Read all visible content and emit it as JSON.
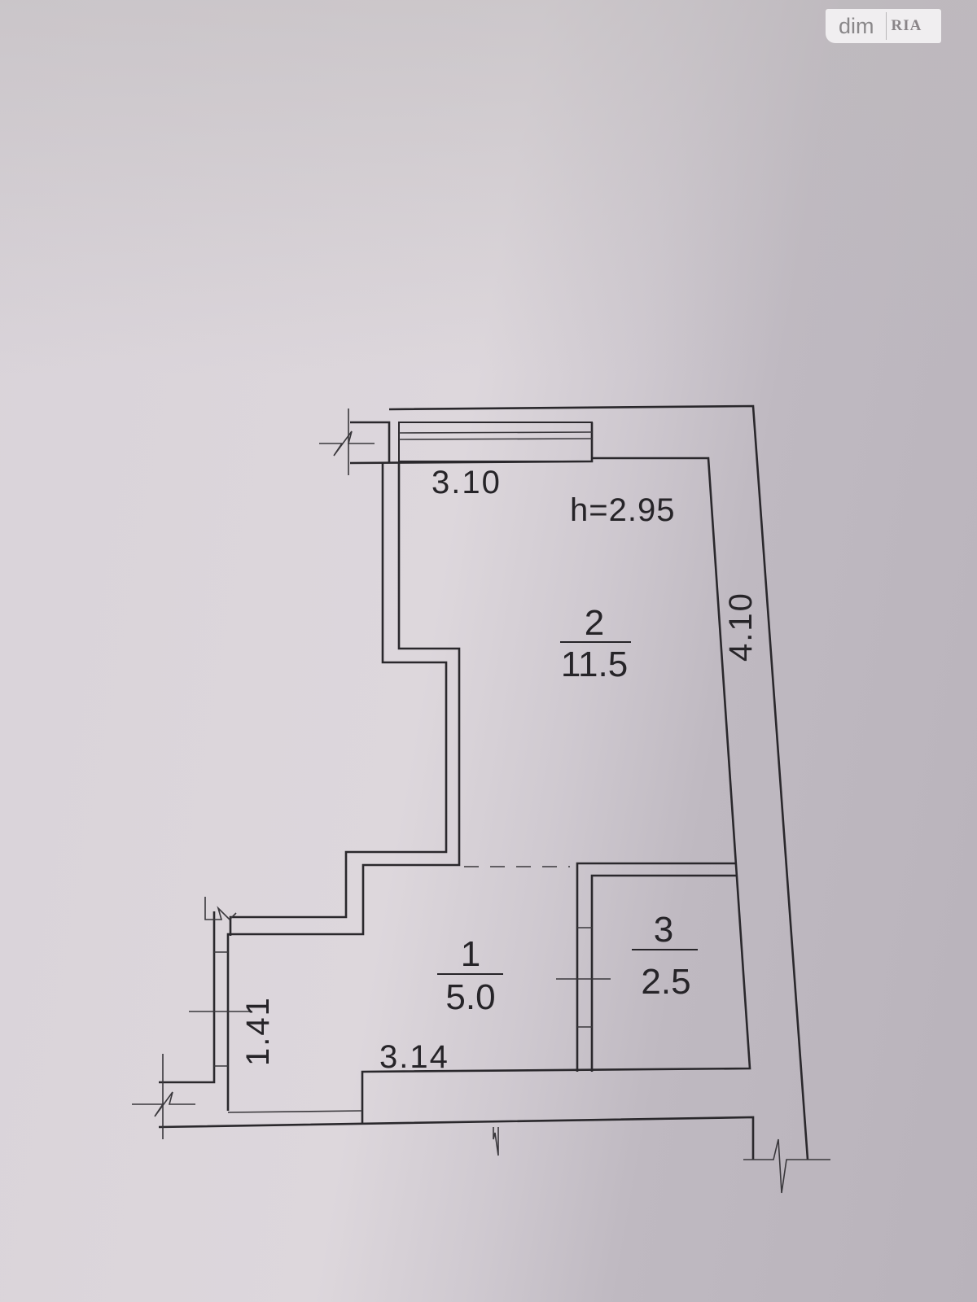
{
  "watermark": {
    "brand": "dim",
    "partner": "RIA"
  },
  "floor_plan": {
    "ceiling_height": "h=2.95",
    "rooms": [
      {
        "number": "1",
        "area": "5.0"
      },
      {
        "number": "2",
        "area": "11.5"
      },
      {
        "number": "3",
        "area": "2.5"
      }
    ],
    "dimensions": {
      "room2_width": "3.10",
      "room2_length": "4.10",
      "room1_width": "3.14",
      "room1_depth": "1.41"
    }
  }
}
